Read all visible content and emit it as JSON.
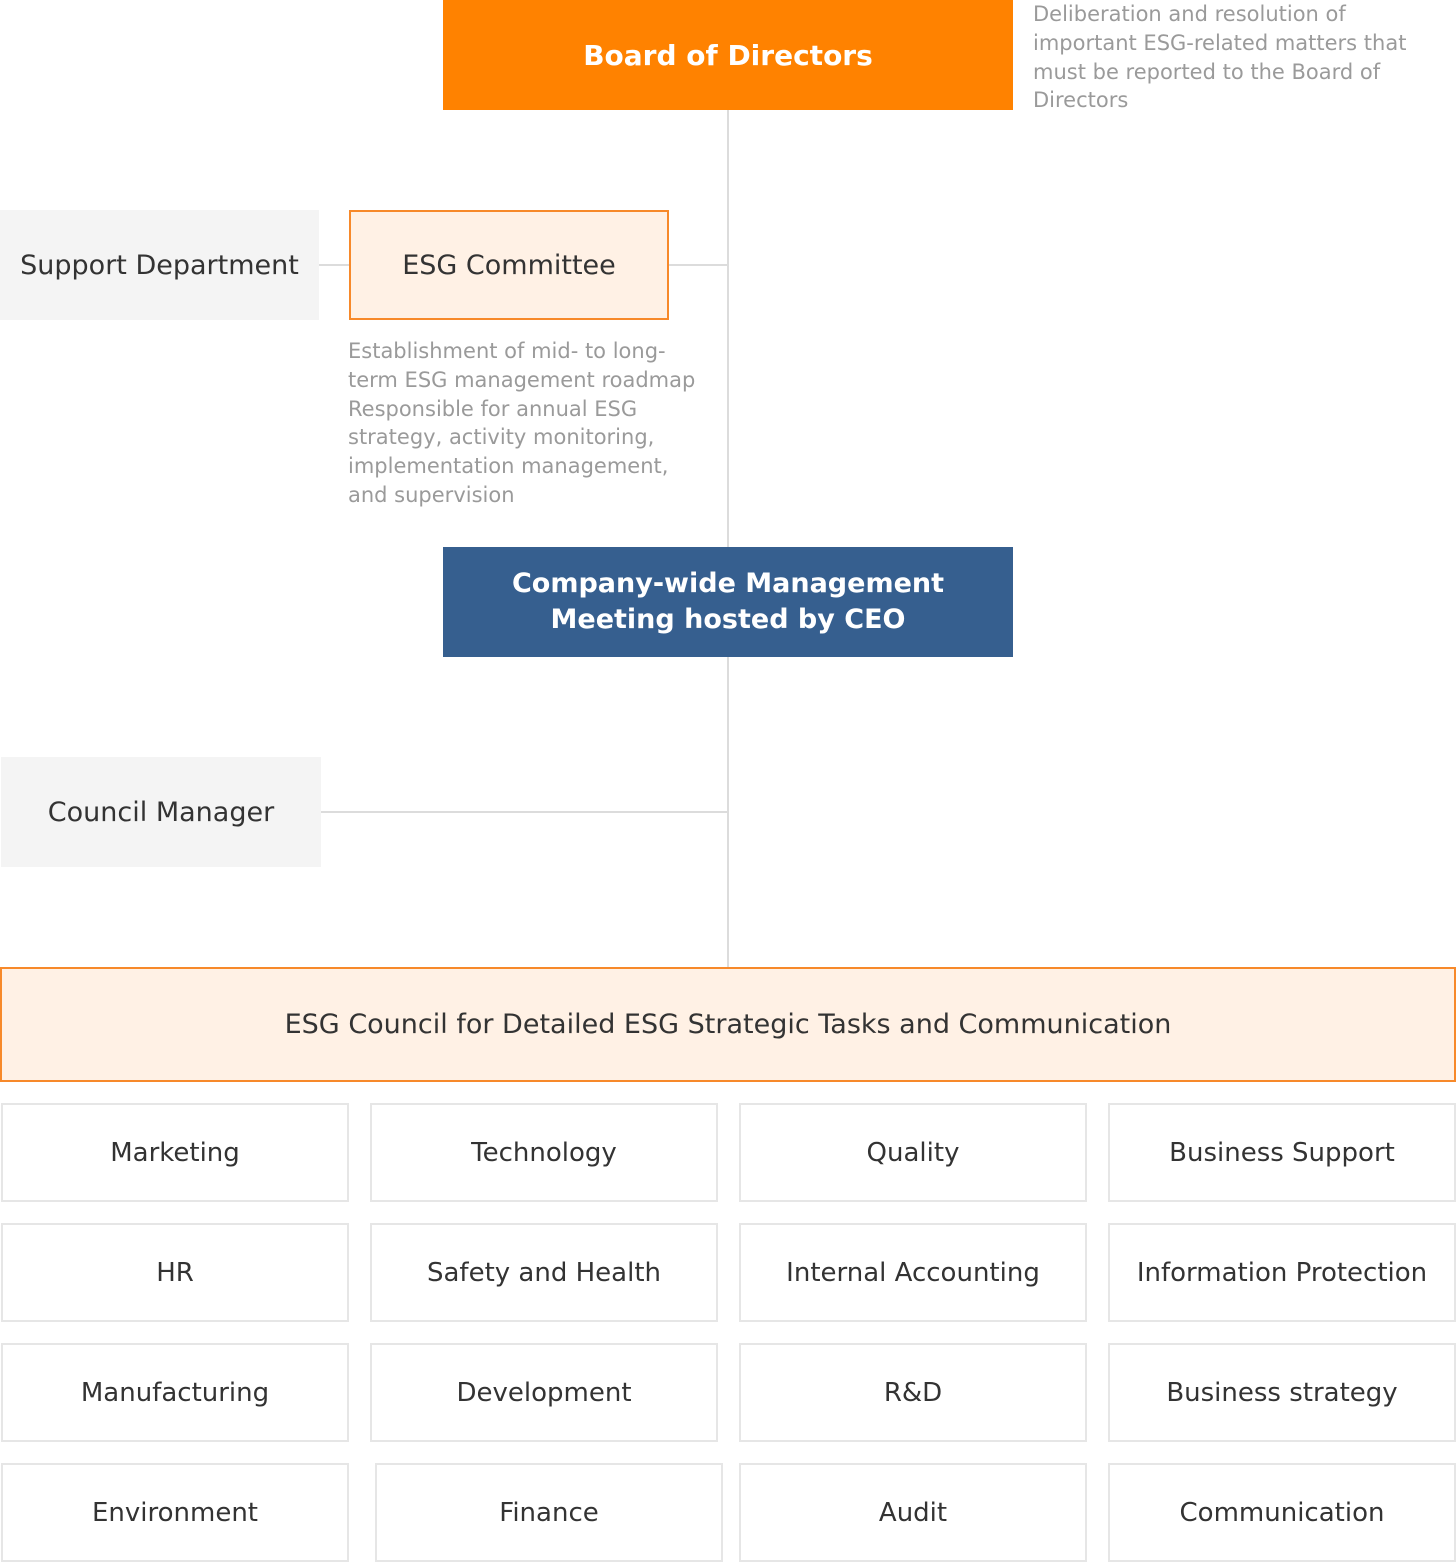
{
  "board": {
    "title": "Board of Directors",
    "note": "Deliberation and resolution of important ESG-related matters that must be reported to the Board of Directors"
  },
  "support_department": {
    "label": "Support Department"
  },
  "esg_committee": {
    "title": "ESG Committee",
    "note": "Establishment of mid- to long-term ESG management roadmap    Responsible for annual ESG strategy, activity monitoring, implementation management, and supervision"
  },
  "ceo_meeting": {
    "line1": "Company-wide Management",
    "line2": "Meeting hosted by CEO"
  },
  "council_manager": {
    "label": "Council Manager"
  },
  "esg_council": {
    "title": "ESG Council for Detailed ESG Strategic Tasks and Communication"
  },
  "departments": [
    "Marketing",
    "Technology",
    "Quality",
    "Business Support",
    "HR",
    "Safety and Health",
    "Internal Accounting",
    "Information Protection",
    "Manufacturing",
    "Development",
    "R&D",
    "Business strategy",
    "Environment",
    "Finance",
    "Audit",
    "Communication"
  ],
  "colors": {
    "board": "#FF8200",
    "ceo": "#365F8F",
    "committee_fill": "#FFF1E5",
    "committee_border": "#F7892A",
    "gray_box": "#F4F4F4",
    "note_text": "#9A9A9A"
  }
}
